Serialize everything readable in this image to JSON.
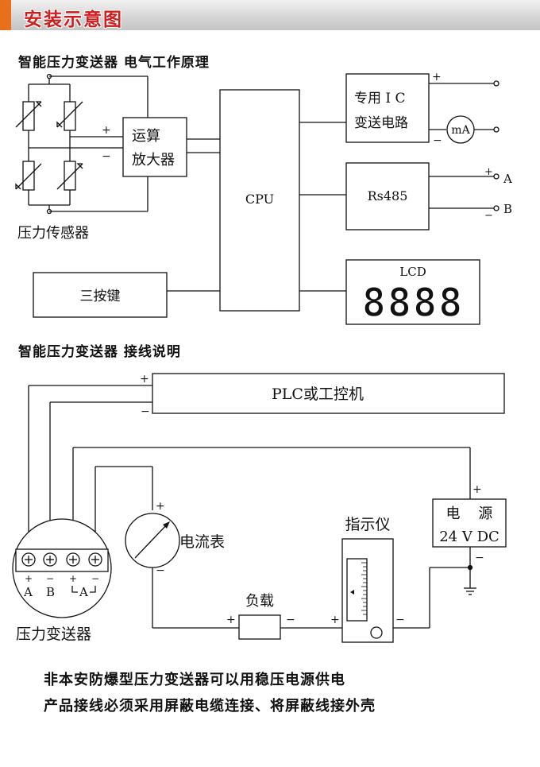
{
  "header": {
    "title": "安装示意图",
    "accent_color": "#e8701a",
    "title_color": "#d01e1e"
  },
  "electrical": {
    "title": "智能压力变送器  电气工作原理",
    "sensor_label": "压力传感器",
    "amp_label_line1": "运算",
    "amp_label_line2": "放大器",
    "plus": "+",
    "minus": "−",
    "cpu_label": "CPU",
    "ic_label_line1": "专用 I C",
    "ic_label_line2": "变送电路",
    "ma_label": "mA",
    "rs485_label": "Rs485",
    "rs485_a": "A",
    "rs485_b": "B",
    "lcd_label": "LCD",
    "lcd_digits": "8888",
    "keys_label": "三按键"
  },
  "wiring": {
    "title": "智能压力变送器  接线说明",
    "plc_label": "PLC或工控机",
    "ammeter_label": "电流表",
    "indicator_label": "指示仪",
    "load_label": "负载",
    "power_line1": "电    源",
    "power_line2": "24 V DC",
    "transmitter_label": "压力变送器",
    "terminal_signs": [
      "+",
      "−",
      "+",
      "−"
    ],
    "terminal_labels": [
      "A",
      "B",
      "A"
    ]
  },
  "notes": {
    "line1": "非本安防爆型压力变送器可以用稳压电源供电",
    "line2": "产品接线必须采用屏蔽电缆连接、将屏蔽线接外壳"
  }
}
